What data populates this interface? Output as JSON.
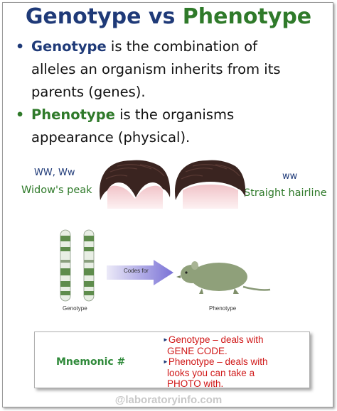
{
  "title": {
    "part1": "Genotype",
    "part2": " vs ",
    "part3": "Phenotype"
  },
  "bullets": [
    {
      "keyword": "Genotype",
      "line1_rest": " is the combination of",
      "line2": "alleles an organism inherits from its",
      "line3": "parents (genes)."
    },
    {
      "keyword": "Phenotype",
      "line1_rest": " is the organisms",
      "line2": "appearance (physical)."
    }
  ],
  "hair": {
    "left_genotype": "WW, Ww",
    "left_label": "Widow's peak",
    "right_genotype": "ww",
    "right_label": "Straight hairline"
  },
  "diagram": {
    "arrow_label": "Codes for",
    "left_caption": "Genotype",
    "right_caption": "Phenotype"
  },
  "mnemonic": {
    "label": "Mnemonic #",
    "line1": "Genotype – deals with",
    "line2": "GENE CODE.",
    "line3": "Phenotype – deals with",
    "line4": "looks you can take a",
    "line5": "PHOTO with."
  },
  "watermark": "@laboratoryinfo.com",
  "colors": {
    "navy": "#1f3a78",
    "green": "#2f7a2a",
    "red": "#d01818",
    "hair": "#3a2420",
    "skin": "#f3c8cc"
  }
}
